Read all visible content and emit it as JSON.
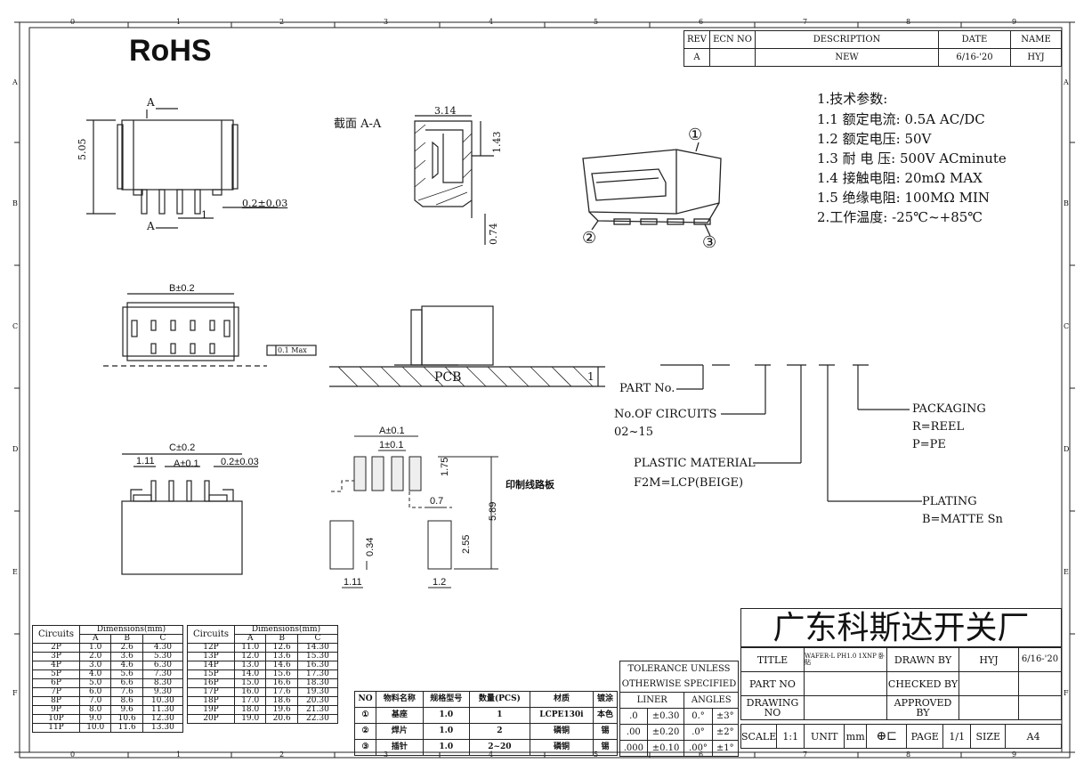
{
  "header": {
    "rohs": "RoHS"
  },
  "grid": {
    "cols": [
      "0",
      "1",
      "2",
      "3",
      "4",
      "5",
      "6",
      "7",
      "8",
      "9"
    ],
    "rows": [
      "A",
      "B",
      "C",
      "D",
      "E",
      "F"
    ]
  },
  "revision": {
    "headers": [
      "REV",
      "ECN NO",
      "DESCRIPTION",
      "DATE",
      "NAME"
    ],
    "row": [
      "A",
      "",
      "NEW",
      "6/16-'20",
      "HYJ"
    ]
  },
  "specs": {
    "title": "1.技术参数:",
    "items": [
      "1.1 额定电流: 0.5A AC/DC",
      "1.2 额定电压: 50V",
      "1.3 耐 电 压: 500V ACminute",
      "1.4 接触电阻: 20mΩ MAX",
      "1.5 绝缘电阻: 100MΩ MIN",
      "2.工作温度: -25℃~+85℃"
    ]
  },
  "drawings": {
    "section_label": "截面 A-A",
    "marker_a": "A",
    "dim_505": "5.05",
    "dim_1": "1",
    "dim_pin_tol": "0.2±0.03",
    "dim_314": "3.14",
    "dim_143": "1.43",
    "dim_074": "0.74",
    "dim_b": "B±0.2",
    "flatness": "0.1 Max",
    "pcb": "PCB",
    "pcb_1": "1",
    "dim_c": "C±0.2",
    "dim_111": "1.11",
    "dim_a01": "A±0.1",
    "dim_1_01": "1±0.1",
    "dim_175": "1.75",
    "dim_07": "0.7",
    "dim_589": "5.89",
    "dim_034": "0.34",
    "dim_255": "2.55",
    "dim_12": "1.2",
    "pcb_layout": "印制线路板",
    "callout_1": "①",
    "callout_2": "②",
    "callout_3": "③"
  },
  "part_number": {
    "part_no": "PART No.",
    "circuits": "No.OF CIRCUITS",
    "circuits_range": "02~15",
    "material": "PLASTIC MATERIAL",
    "material_val": "F2M=LCP(BEIGE)",
    "plating": "PLATING",
    "plating_val": "B=MATTE Sn",
    "packaging": "PACKAGING",
    "packaging_r": "R=REEL",
    "packaging_p": "P=PE"
  },
  "dim_table": {
    "circuits_label": "Circuits",
    "dims_label": "Dimensions(mm)",
    "cols": [
      "A",
      "B",
      "C"
    ],
    "left": [
      [
        "2P",
        "1.0",
        "2.6",
        "4.30"
      ],
      [
        "3P",
        "2.0",
        "3.6",
        "5.30"
      ],
      [
        "4P",
        "3.0",
        "4.6",
        "6.30"
      ],
      [
        "5P",
        "4.0",
        "5.6",
        "7.30"
      ],
      [
        "6P",
        "5.0",
        "6.6",
        "8.30"
      ],
      [
        "7P",
        "6.0",
        "7.6",
        "9.30"
      ],
      [
        "8P",
        "7.0",
        "8.6",
        "10.30"
      ],
      [
        "9P",
        "8.0",
        "9.6",
        "11.30"
      ],
      [
        "10P",
        "9.0",
        "10.6",
        "12.30"
      ],
      [
        "11P",
        "10.0",
        "11.6",
        "13.30"
      ]
    ],
    "right": [
      [
        "12P",
        "11.0",
        "12.6",
        "14.30"
      ],
      [
        "13P",
        "12.0",
        "13.6",
        "15.30"
      ],
      [
        "14P",
        "13.0",
        "14.6",
        "16.30"
      ],
      [
        "15P",
        "14.0",
        "15.6",
        "17.30"
      ],
      [
        "16P",
        "15.0",
        "16.6",
        "18.30"
      ],
      [
        "17P",
        "16.0",
        "17.6",
        "19.30"
      ],
      [
        "18P",
        "17.0",
        "18.6",
        "20.30"
      ],
      [
        "19P",
        "18.0",
        "19.6",
        "21.30"
      ],
      [
        "20P",
        "19.0",
        "20.6",
        "22.30"
      ]
    ]
  },
  "bom": {
    "headers": [
      "NO",
      "物料名称",
      "规格型号",
      "数量(PCS)",
      "材质",
      "镀涂"
    ],
    "rows": [
      [
        "①",
        "基座",
        "1.0",
        "1",
        "LCPE130i",
        "本色"
      ],
      [
        "②",
        "焊片",
        "1.0",
        "2",
        "磷铜",
        "锡"
      ],
      [
        "③",
        "插针",
        "1.0",
        "2~20",
        "磷铜",
        "锡"
      ]
    ]
  },
  "tolerance": {
    "title1": "TOLERANCE UNLESS",
    "title2": "OTHERWISE SPECIFIED",
    "liner": "LINER",
    "angles": "ANGLES",
    "rows": [
      [
        ".0",
        "±0.30",
        "0.°",
        "±3°"
      ],
      [
        ".00",
        "±0.20",
        ".0°",
        "±2°"
      ],
      [
        ".000",
        "±0.10",
        ".00°",
        "±1°"
      ]
    ]
  },
  "title_block": {
    "company": "广东科斯达开关厂",
    "title_label": "TITLE",
    "title_value": "WAFER-L PH1.0 1XNP 卧贴",
    "drawn_by": "DRAWN BY",
    "drawn_name": "HYJ",
    "drawn_date": "6/16-'20",
    "part_no_label": "PART NO",
    "checked_by": "CHECKED BY",
    "drawing_no": "DRAWING NO",
    "approved_by": "APPROVED BY",
    "scale_label": "SCALE",
    "scale_value": "1:1",
    "unit_label": "UNIT",
    "unit_value": "mm",
    "page_label": "PAGE",
    "page_value": "1/1",
    "size_label": "SIZE",
    "size_value": "A4"
  }
}
